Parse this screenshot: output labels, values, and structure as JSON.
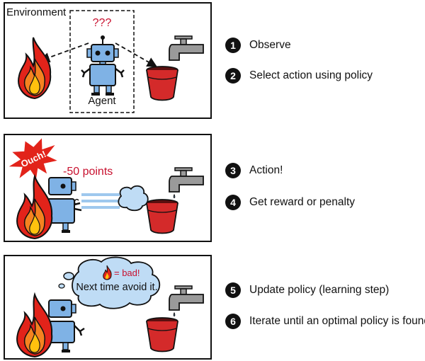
{
  "panel1": {
    "environment_label": "Environment",
    "question": "???",
    "agent_label": "Agent"
  },
  "panel2": {
    "ouch": "Ouch!",
    "points": "-50 points"
  },
  "panel3": {
    "bubble_line1": "= bad!",
    "bubble_line2": "Next time avoid it."
  },
  "steps": [
    {
      "num": "1",
      "text": "Observe"
    },
    {
      "num": "2",
      "text": "Select action using policy"
    },
    {
      "num": "3",
      "text": "Action!"
    },
    {
      "num": "4",
      "text": "Get reward or penalty"
    },
    {
      "num": "5",
      "text": "Update policy (learning step)"
    },
    {
      "num": "6",
      "text": "Iterate until an optimal policy is found"
    }
  ],
  "colors": {
    "fire_outer": "#e2231a",
    "fire_mid": "#f58220",
    "fire_inner": "#ffc20e",
    "robot": "#7fb2e5",
    "bucket": "#d42a2a",
    "faucet": "#9a9a9a",
    "penalty": "#c8102e",
    "cloud": "#bfdcf5"
  }
}
